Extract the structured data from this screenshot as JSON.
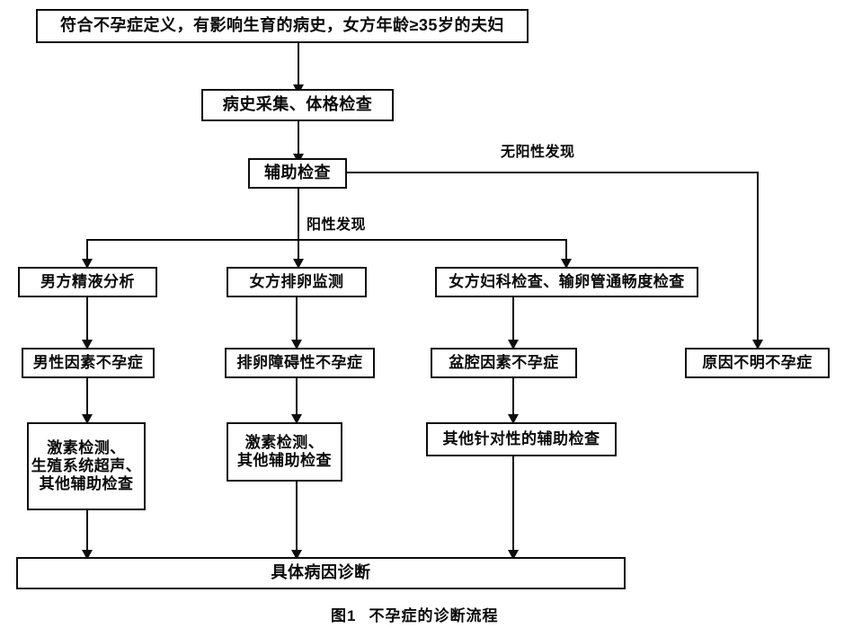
{
  "figure": {
    "caption_number": "图1",
    "caption_text": "不孕症的诊断流程"
  },
  "nodes": {
    "start": {
      "text": "符合不孕症定义，有影响生育的病史，女方年龄≥35岁的夫妇"
    },
    "history": {
      "text": "病史采集、体格检查"
    },
    "auxiliary_exam": {
      "text": "辅助检查"
    },
    "male_semen": {
      "text": "男方精液分析"
    },
    "female_ovulation": {
      "text": "女方排卵监测"
    },
    "female_gyn": {
      "text": "女方妇科检查、输卵管通畅度检查"
    },
    "male_factor": {
      "text": "男性因素不孕症"
    },
    "ovulation_disorder": {
      "text": "排卵障碍性不孕症"
    },
    "pelvic_factor": {
      "text": "盆腔因素不孕症"
    },
    "unexplained": {
      "text": "原因不明不孕症"
    },
    "male_tests": {
      "line1": "激素检测、",
      "line2": "生殖系统超声、",
      "line3": "其他辅助检查"
    },
    "ovulation_tests": {
      "line1": "激素检测、",
      "line2": "其他辅助检查"
    },
    "pelvic_tests": {
      "text": "其他针对性的辅助检查"
    },
    "final_diagnosis": {
      "text": "具体病因诊断"
    }
  },
  "edge_labels": {
    "negative_finding": "无阳性发现",
    "positive_finding": "阳性发现"
  },
  "colors": {
    "line": "#0d0d0d",
    "text": "#0a0a0a",
    "background": "#ffffff"
  }
}
